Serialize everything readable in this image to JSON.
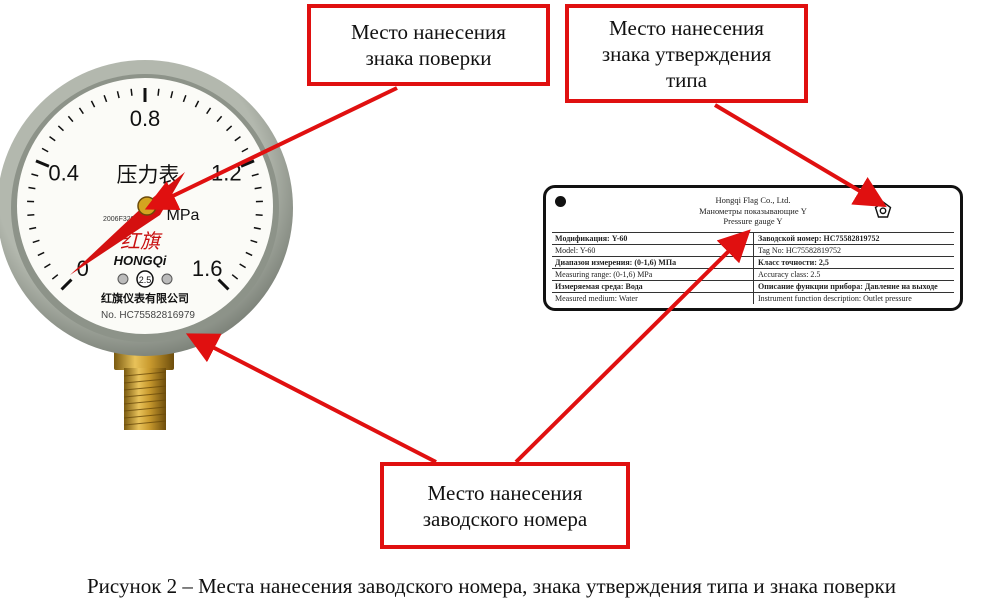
{
  "callouts": {
    "verification": {
      "line1": "Место нанесения",
      "line2": "знака поверки"
    },
    "type_approval": {
      "line1": "Место нанесения",
      "line2": "знака утверждения",
      "line3": "типа"
    },
    "serial": {
      "line1": "Место нанесения",
      "line2": "заводского номера"
    }
  },
  "gauge": {
    "ticks": [
      "0",
      "0.4",
      "0.8",
      "1.2",
      "1.6"
    ],
    "title_cn": "压力表",
    "unit": "MPa",
    "brand_cn": "红旗",
    "brand": "HONGQi",
    "class": "2.5",
    "cert": "2006F329-33",
    "maker_cn": "红旗仪表有限公司",
    "serial": "No. HC75582816979"
  },
  "plate": {
    "company": "Hongqi Flag Co., Ltd.",
    "name_ru": "Манометры показывающие Y",
    "name_en": "Pressure gauge Y",
    "rows": [
      {
        "l": "Модификация: Y-60",
        "r": "Заводской номер: HC75582819752",
        "bold": true
      },
      {
        "l": "Model: Y-60",
        "r": "Tag No: HC75582819752",
        "bold": false
      },
      {
        "l": "Диапазон измерения: (0-1,6) МПа",
        "r": "Класс точности: 2,5",
        "bold": true
      },
      {
        "l": "Measuring range: (0-1,6) MPa",
        "r": "Accuracy class: 2.5",
        "bold": false
      },
      {
        "l": "Измеряемая среда: Вода",
        "r": "Описание функции прибора: Давление на выходе",
        "bold": true
      },
      {
        "l": "Measured medium: Water",
        "r": "Instrument function description: Outlet pressure",
        "bold": false
      }
    ]
  },
  "caption": "Рисунок 2 – Места нанесения заводского номера, знака утверждения типа и знака поверки",
  "colors": {
    "callout_red": "#e01010",
    "pointer_red": "#d41010",
    "case_gray": "#9ea39a"
  }
}
